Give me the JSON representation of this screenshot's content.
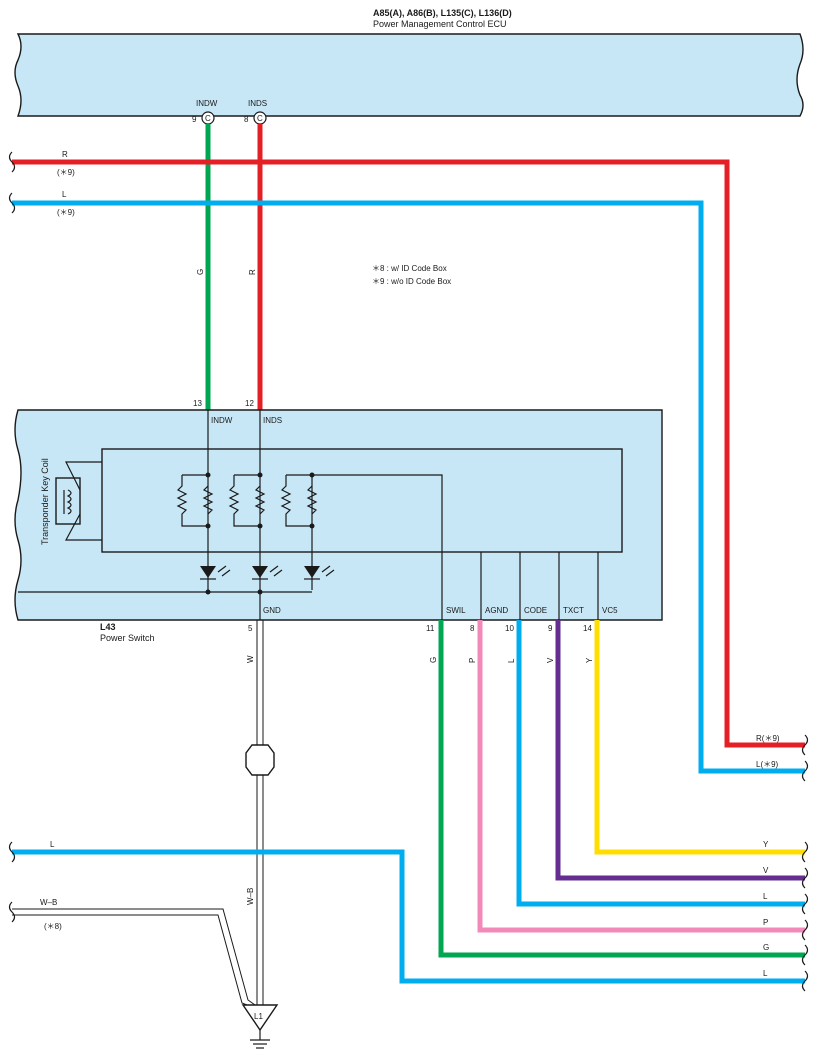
{
  "colors": {
    "ecu_fill": "#c7e7f6",
    "R": "#e41f26",
    "L": "#00aeef",
    "G": "#00a650",
    "P": "#f389b8",
    "V": "#662d91",
    "Y": "#ffdd00",
    "W": "#ffffff"
  },
  "ecu": {
    "title": "A85(A), A86(B), L135(C), L136(D)",
    "subtitle": "Power Management Control ECU",
    "pins": [
      {
        "num": "9",
        "conn": "C",
        "name": "INDW"
      },
      {
        "num": "8",
        "conn": "C",
        "name": "INDS"
      }
    ]
  },
  "notes": [
    "＊8 : w/ ID Code Box",
    "＊9 : w/o ID Code Box"
  ],
  "left_wires": {
    "r_top": {
      "label": "R",
      "note": "(＊9)"
    },
    "l_top": {
      "label": "L",
      "note": "(＊9)"
    },
    "l_bottom": {
      "label": "L"
    },
    "wb_bottom": {
      "label": "W–B",
      "note": "(＊8)"
    }
  },
  "vertical_labels": {
    "g_indw": "G",
    "r_inds": "R",
    "w_gnd": "W",
    "wb_ground": "W–B",
    "g_swil": "G",
    "p_agnd": "P",
    "l_code": "L",
    "v_txct": "V",
    "y_vc5": "Y"
  },
  "switch": {
    "code": "L43",
    "name": "Power Switch",
    "coil_label": "Transponder Key Coil",
    "top_pins": [
      {
        "num": "13",
        "name": "INDW"
      },
      {
        "num": "12",
        "name": "INDS"
      }
    ],
    "bottom_pins": [
      {
        "num": "5",
        "name": "GND"
      },
      {
        "num": "11",
        "name": "SWIL"
      },
      {
        "num": "8",
        "name": "AGND"
      },
      {
        "num": "10",
        "name": "CODE"
      },
      {
        "num": "9",
        "name": "TXCT"
      },
      {
        "num": "14",
        "name": "VC5"
      }
    ]
  },
  "ground": {
    "label": "L1"
  },
  "right_wires": [
    "R(＊9)",
    "L(＊9)",
    "Y",
    "V",
    "L",
    "P",
    "G",
    "L"
  ]
}
